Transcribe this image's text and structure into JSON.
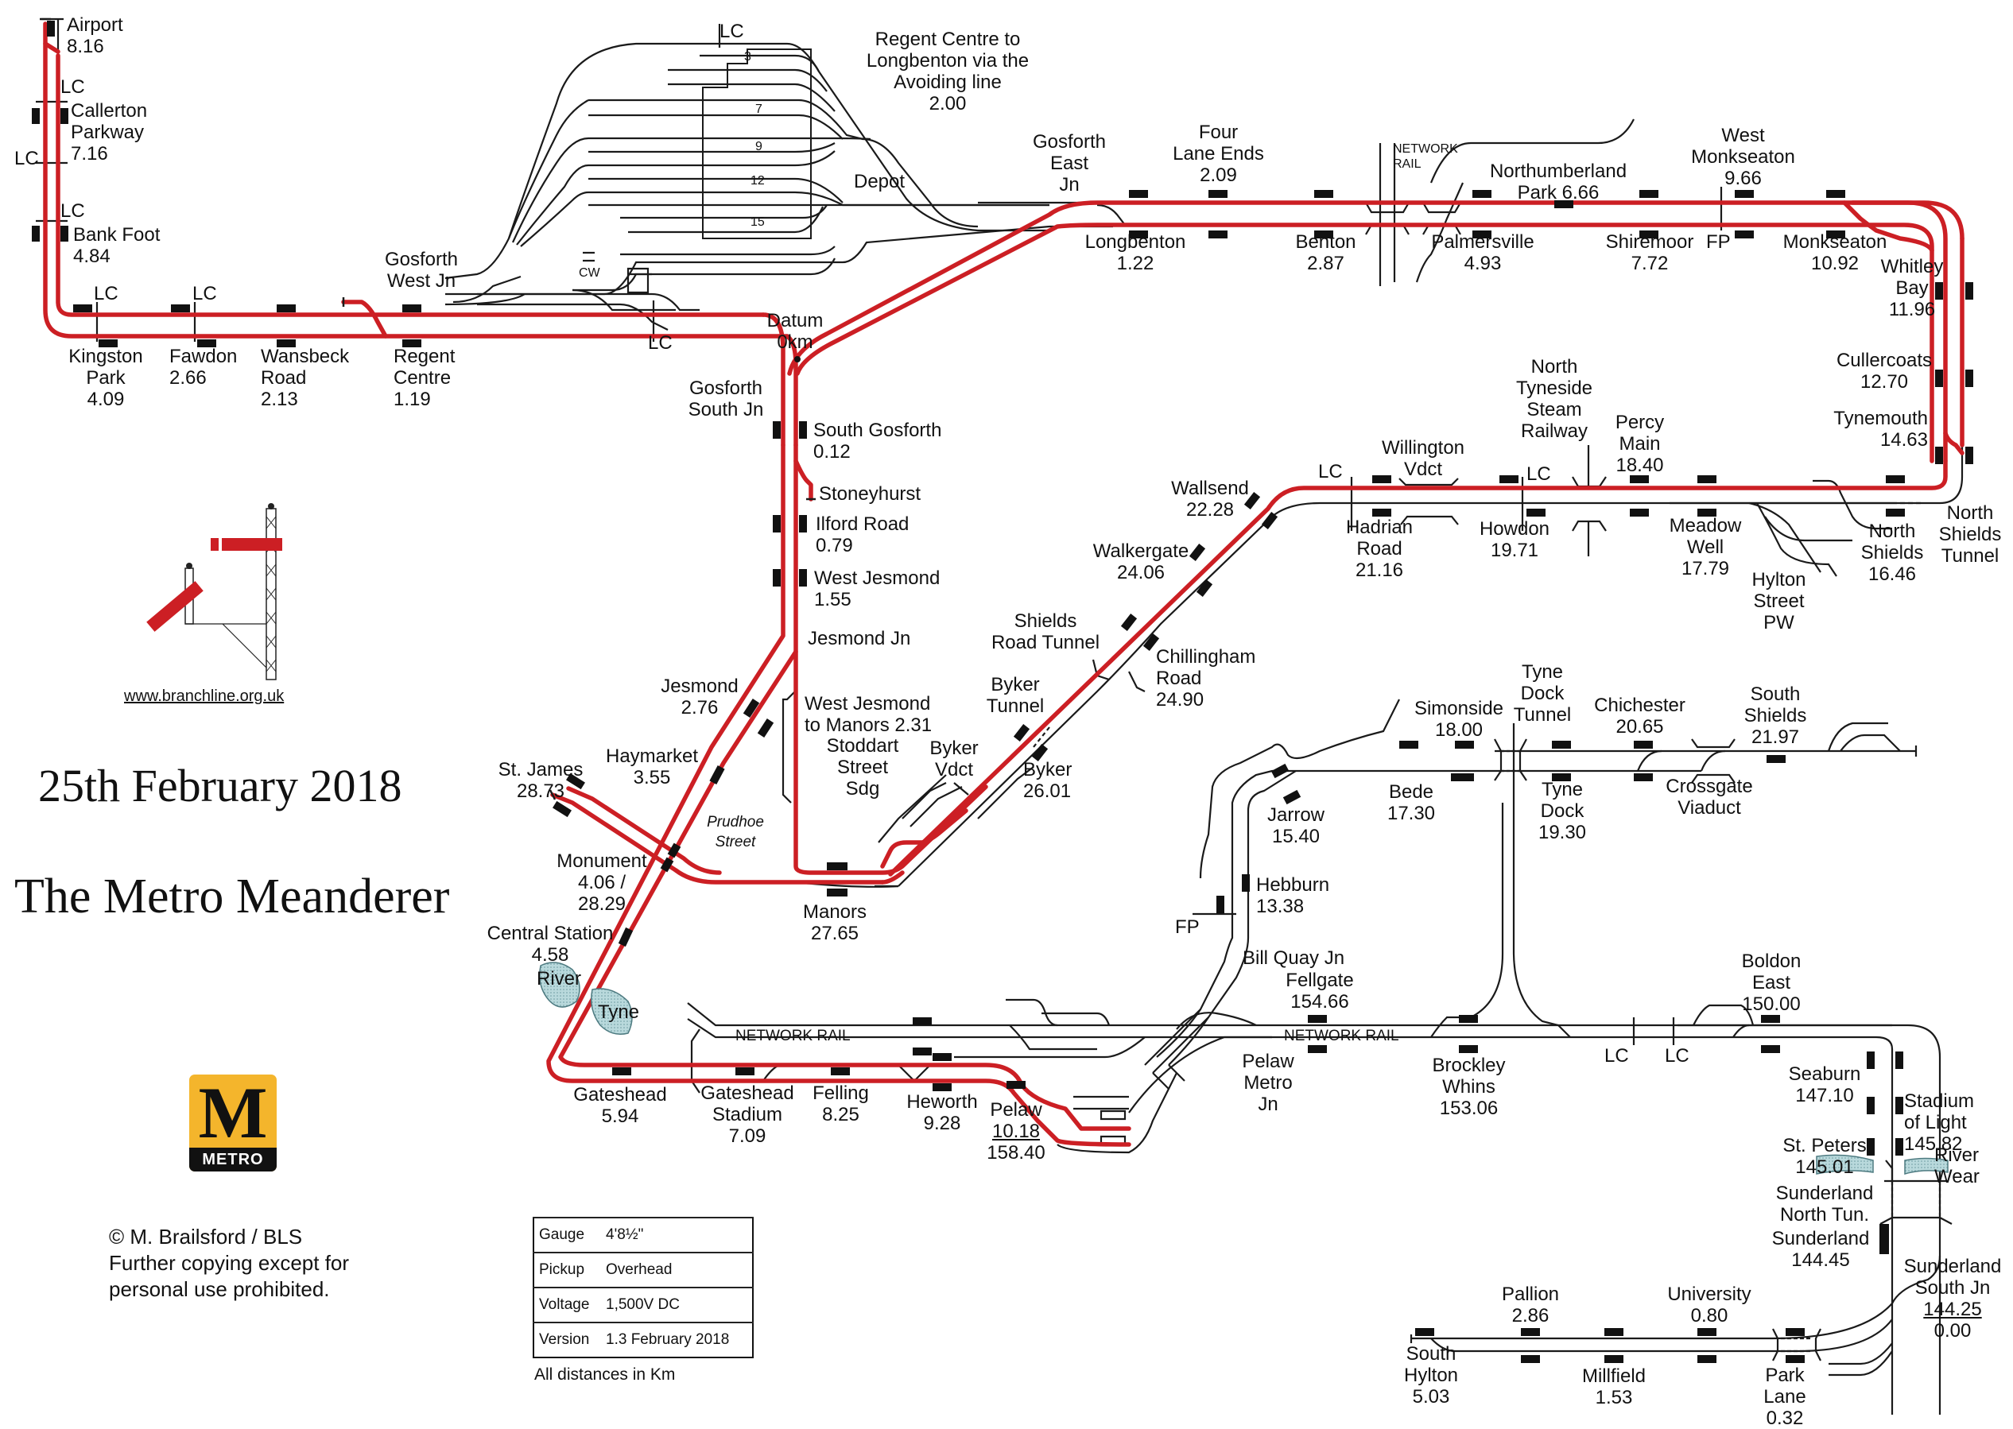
{
  "title": {
    "date": "25th February 2018",
    "name": "The Metro Meanderer"
  },
  "branding": {
    "url": "www.branchline.org.uk",
    "logo_letter": "M",
    "logo_word": "METRO",
    "logo_color": "#f4b52c",
    "copyright_lines": [
      "© M. Brailsford / BLS",
      "Further copying except for",
      "personal use prohibited."
    ]
  },
  "colors": {
    "route_red": "#cc1f24",
    "track_black": "#1a1a1a",
    "river_blue": "#b9d9dc"
  },
  "info_table": [
    {
      "key": "Gauge",
      "value": "4'8½\""
    },
    {
      "key": "Pickup",
      "value": "Overhead"
    },
    {
      "key": "Voltage",
      "value": "1,500V DC"
    },
    {
      "key": "Version",
      "value": "1.3 February 2018"
    }
  ],
  "distances_note": "All distances in Km",
  "stations": {
    "airport": {
      "name": "Airport",
      "km": "8.16"
    },
    "callerton_parkway": {
      "name": "Callerton\nParkway",
      "km": "7.16"
    },
    "bank_foot": {
      "name": "Bank Foot",
      "km": "4.84"
    },
    "kingston_park": {
      "name": "Kingston\nPark",
      "km": "4.09"
    },
    "fawdon": {
      "name": "Fawdon",
      "km": "2.66"
    },
    "wansbeck_road": {
      "name": "Wansbeck\nRoad",
      "km": "2.13"
    },
    "regent_centre": {
      "name": "Regent\nCentre",
      "km": "1.19"
    },
    "south_gosforth": {
      "name": "South Gosforth",
      "km": "0.12"
    },
    "ilford_road": {
      "name": "Ilford Road",
      "km": "0.79"
    },
    "west_jesmond": {
      "name": "West Jesmond",
      "km": "1.55"
    },
    "jesmond": {
      "name": "Jesmond",
      "km": "2.76"
    },
    "haymarket": {
      "name": "Haymarket",
      "km": "3.55"
    },
    "st_james": {
      "name": "St. James",
      "km": "28.73"
    },
    "monument": {
      "name": "Monument",
      "km": "4.06 /\n28.29"
    },
    "central_station": {
      "name": "Central Station",
      "km": "4.58"
    },
    "manors": {
      "name": "Manors",
      "km": "27.65"
    },
    "byker": {
      "name": "Byker",
      "km": "26.01"
    },
    "chillingham_road": {
      "name": "Chillingham\nRoad",
      "km": "24.90"
    },
    "walkergate": {
      "name": "Walkergate",
      "km": "24.06"
    },
    "wallsend": {
      "name": "Wallsend",
      "km": "22.28"
    },
    "hadrian_road": {
      "name": "Hadrian\nRoad",
      "km": "21.16"
    },
    "howdon": {
      "name": "Howdon",
      "km": "19.71"
    },
    "percy_main": {
      "name": "Percy\nMain",
      "km": "18.40"
    },
    "meadow_well": {
      "name": "Meadow\nWell",
      "km": "17.79"
    },
    "north_shields": {
      "name": "North\nShields",
      "km": "16.46"
    },
    "tynemouth": {
      "name": "Tynemouth",
      "km": "14.63"
    },
    "cullercoats": {
      "name": "Cullercoats",
      "km": "12.70"
    },
    "whitley_bay": {
      "name": "Whitley\nBay",
      "km": "11.96"
    },
    "monkseaton": {
      "name": "Monkseaton",
      "km": "10.92"
    },
    "west_monkseaton": {
      "name": "West\nMonkseaton",
      "km": "9.66"
    },
    "shiremoor": {
      "name": "Shiremoor",
      "km": "7.72"
    },
    "northumberland_park": {
      "name": "Northumberland\nPark",
      "km": "6.66"
    },
    "palmersville": {
      "name": "Palmersville",
      "km": "4.93"
    },
    "benton": {
      "name": "Benton",
      "km": "2.87"
    },
    "four_lane_ends": {
      "name": "Four\nLane Ends",
      "km": "2.09"
    },
    "longbenton": {
      "name": "Longbenton",
      "km": "1.22"
    },
    "gateshead": {
      "name": "Gateshead",
      "km": "5.94"
    },
    "gateshead_stadium": {
      "name": "Gateshead\nStadium",
      "km": "7.09"
    },
    "felling": {
      "name": "Felling",
      "km": "8.25"
    },
    "heworth": {
      "name": "Heworth",
      "km": "9.28"
    },
    "pelaw": {
      "name": "Pelaw",
      "km": "10.18",
      "km2": "158.40"
    },
    "hebburn": {
      "name": "Hebburn",
      "km": "13.38"
    },
    "jarrow": {
      "name": "Jarrow",
      "km": "15.40"
    },
    "bede": {
      "name": "Bede",
      "km": "17.30"
    },
    "simonside": {
      "name": "Simonside",
      "km": "18.00"
    },
    "tyne_dock": {
      "name": "Tyne\nDock",
      "km": "19.30"
    },
    "chichester": {
      "name": "Chichester",
      "km": "20.65"
    },
    "south_shields": {
      "name": "South\nShields",
      "km": "21.97"
    },
    "fellgate": {
      "name": "Fellgate",
      "km": "154.66"
    },
    "brockley_whins": {
      "name": "Brockley\nWhins",
      "km": "153.06"
    },
    "boldon_east": {
      "name": "Boldon\nEast",
      "km": "150.00"
    },
    "seaburn": {
      "name": "Seaburn",
      "km": "147.10"
    },
    "stadium_of_light": {
      "name": "Stadium\nof Light",
      "km": "145.82"
    },
    "st_peters": {
      "name": "St. Peters",
      "km": "145.01"
    },
    "sunderland": {
      "name": "Sunderland",
      "km": "144.45"
    },
    "park_lane": {
      "name": "Park Lane",
      "km": "0.32"
    },
    "university": {
      "name": "University",
      "km": "0.80"
    },
    "millfield": {
      "name": "Millfield",
      "km": "1.53"
    },
    "pallion": {
      "name": "Pallion",
      "km": "2.86"
    },
    "south_hylton": {
      "name": "South\nHylton",
      "km": "5.03"
    }
  },
  "features": {
    "regent_avoiding": "Regent Centre to\nLongbenton via the\nAvoiding line\n2.00",
    "depot": "Depot",
    "depot_roads": [
      "3",
      "7",
      "9",
      "12",
      "15"
    ],
    "cw": "CW",
    "gosforth_west_jn": "Gosforth\nWest Jn",
    "gosforth_east_jn": "Gosforth\nEast\nJn",
    "gosforth_south_jn": "Gosforth\nSouth Jn",
    "datum": "Datum\n0km",
    "stoneyhurst": "Stoneyhurst",
    "jesmond_jn": "Jesmond Jn",
    "wj_to_manors": "West Jesmond\nto Manors 2.31",
    "stoddart_street": "Stoddart\nStreet\nSdg",
    "byker_vdct": "Byker\nVdct",
    "byker_tunnel": "Byker\nTunnel",
    "shields_road_tunnel": "Shields\nRoad Tunnel",
    "prudhoe_street": "Prudhoe\nStreet",
    "willington_vdct": "Willington\nVdct",
    "north_tyneside_steam": "North\nTyneside\nSteam\nRailway",
    "hylton_street_pw": "Hylton\nStreet\nPW",
    "north_shields_tunnel": "North\nShields\nTunnel",
    "network_rail_north": "NETWORK\nRAIL",
    "network_rail": "NETWORK RAIL",
    "river_tyne_1": "River",
    "river_tyne_2": "Tyne",
    "river_wear": "River\nWear",
    "tyne_dock_tunnel": "Tyne\nDock\nTunnel",
    "crossgate_viaduct": "Crossgate\nViaduct",
    "bill_quay_jn": "Bill Quay Jn",
    "pelaw_metro_jn": "Pelaw\nMetro\nJn",
    "sunderland_north_tun": "Sunderland\nNorth Tun.",
    "sunderland_south_jn": "Sunderland\nSouth Jn",
    "sunderland_south_km": "144.25",
    "sunderland_south_km2": "0.00",
    "lc": "LC",
    "fp": "FP"
  }
}
